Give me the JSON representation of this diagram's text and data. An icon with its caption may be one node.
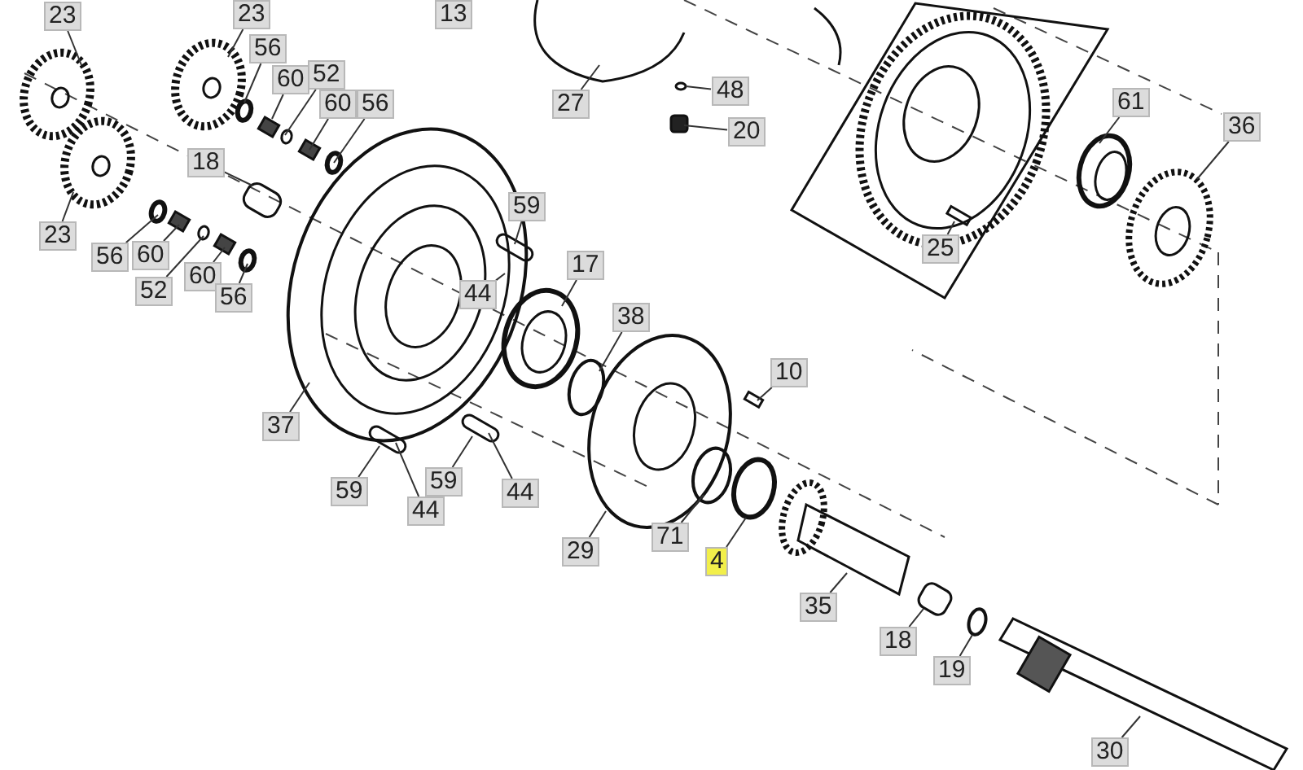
{
  "diagram": {
    "nodes": [
      {
        "text": [
          "23"
        ]
      },
      {
        "text": [
          "23"
        ]
      },
      {
        "text": [
          "56"
        ]
      },
      {
        "text": [
          "60"
        ]
      },
      {
        "text": [
          "52"
        ]
      },
      {
        "text": [
          "60"
        ]
      },
      {
        "text": [
          "56"
        ]
      },
      {
        "text": [
          "27"
        ]
      },
      {
        "text": [
          "48"
        ]
      },
      {
        "text": [
          "20"
        ]
      },
      {
        "text": [
          "61"
        ]
      },
      {
        "text": [
          "36"
        ]
      },
      {
        "text": [
          "18"
        ]
      },
      {
        "text": [
          "23"
        ]
      },
      {
        "text": [
          "56"
        ]
      },
      {
        "text": [
          "60"
        ]
      },
      {
        "text": [
          "52"
        ]
      },
      {
        "text": [
          "60"
        ]
      },
      {
        "text": [
          "56"
        ]
      },
      {
        "text": [
          "59"
        ]
      },
      {
        "text": [
          "44"
        ]
      },
      {
        "text": [
          "17"
        ]
      },
      {
        "text": [
          "25"
        ]
      },
      {
        "text": [
          "38"
        ]
      },
      {
        "text": [
          "10"
        ]
      },
      {
        "text": [
          "37"
        ]
      },
      {
        "text": [
          "59"
        ]
      },
      {
        "text": [
          "59"
        ]
      },
      {
        "text": [
          "44"
        ]
      },
      {
        "text": [
          "44"
        ]
      },
      {
        "text": [
          "29"
        ]
      },
      {
        "text": [
          "71"
        ]
      },
      {
        "text": [
          "4"
        ]
      },
      {
        "text": [
          "35"
        ]
      },
      {
        "text": [
          "18"
        ]
      },
      {
        "text": [
          "19"
        ]
      },
      {
        "text": [
          "30"
        ]
      },
      {
        "text": [
          "13"
        ]
      }
    ],
    "edges": [
      {
        "from": 0,
        "to": null,
        "arrow": "none"
      },
      {
        "from": 1,
        "to": null,
        "arrow": "none"
      },
      {
        "from": 2,
        "to": null,
        "arrow": "none"
      },
      {
        "from": 3,
        "to": null,
        "arrow": "none"
      },
      {
        "from": 4,
        "to": null,
        "arrow": "none"
      },
      {
        "from": 5,
        "to": null,
        "arrow": "none"
      },
      {
        "from": 6,
        "to": null,
        "arrow": "none"
      },
      {
        "from": 7,
        "to": null,
        "arrow": "none"
      },
      {
        "from": 8,
        "to": null,
        "arrow": "none"
      },
      {
        "from": 9,
        "to": null,
        "arrow": "none"
      },
      {
        "from": 10,
        "to": null,
        "arrow": "none"
      },
      {
        "from": 11,
        "to": null,
        "arrow": "none"
      },
      {
        "from": 12,
        "to": null,
        "arrow": "none"
      },
      {
        "from": 13,
        "to": null,
        "arrow": "none"
      },
      {
        "from": 14,
        "to": null,
        "arrow": "none"
      },
      {
        "from": 15,
        "to": null,
        "arrow": "none"
      },
      {
        "from": 16,
        "to": null,
        "arrow": "none"
      },
      {
        "from": 17,
        "to": null,
        "arrow": "none"
      },
      {
        "from": 18,
        "to": null,
        "arrow": "none"
      },
      {
        "from": 19,
        "to": null,
        "arrow": "none"
      },
      {
        "from": 20,
        "to": null,
        "arrow": "none"
      },
      {
        "from": 21,
        "to": null,
        "arrow": "none"
      },
      {
        "from": 22,
        "to": null,
        "arrow": "none"
      },
      {
        "from": 23,
        "to": null,
        "arrow": "none"
      },
      {
        "from": 24,
        "to": null,
        "arrow": "none"
      },
      {
        "from": 25,
        "to": null,
        "arrow": "none"
      },
      {
        "from": 26,
        "to": null,
        "arrow": "none"
      },
      {
        "from": 27,
        "to": null,
        "arrow": "none"
      },
      {
        "from": 28,
        "to": null,
        "arrow": "none"
      },
      {
        "from": 29,
        "to": null,
        "arrow": "none"
      },
      {
        "from": 30,
        "to": null,
        "arrow": "none"
      },
      {
        "from": 31,
        "to": null,
        "arrow": "none"
      },
      {
        "from": 32,
        "to": null,
        "arrow": "none"
      },
      {
        "from": 33,
        "to": null,
        "arrow": "none"
      },
      {
        "from": 34,
        "to": null,
        "arrow": "none"
      },
      {
        "from": 35,
        "to": null,
        "arrow": "none"
      },
      {
        "from": 36,
        "to": null,
        "arrow": "none"
      }
    ]
  }
}
